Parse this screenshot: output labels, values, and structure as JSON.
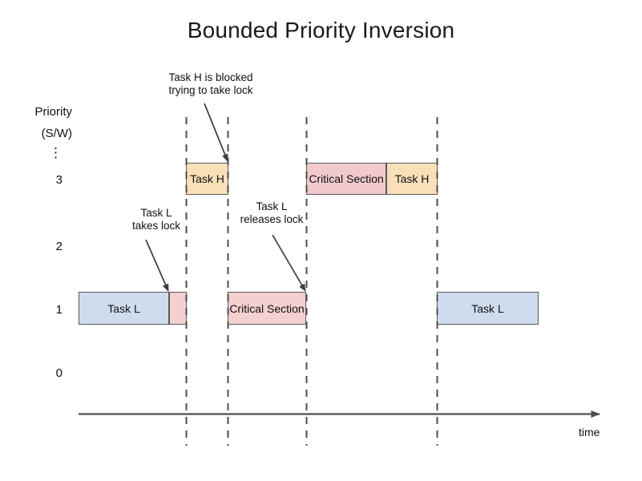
{
  "title": "Bounded Priority Inversion",
  "axis": {
    "y_title_line1": "Priority",
    "y_title_line2": "(S/W)",
    "y_ellipsis": "⋮",
    "y_ticks": [
      "3",
      "2",
      "1",
      "0"
    ],
    "x_label": "time"
  },
  "annotations": [
    {
      "id": "task-h-blocked",
      "line1": "Task H is blocked",
      "line2": "trying to take lock"
    },
    {
      "id": "task-l-takes-lock",
      "line1": "Task L",
      "line2": "takes lock"
    },
    {
      "id": "task-l-releases-lock",
      "line1": "Task L",
      "line2": "releases lock"
    }
  ],
  "blocks": [
    {
      "id": "task-h-blocked-block",
      "label": "Task H",
      "row": "3",
      "fill": "#fae0ba"
    },
    {
      "id": "critical-section-high",
      "label": "Critical Section",
      "row": "3",
      "fill": "#f2c9cd"
    },
    {
      "id": "task-h-running",
      "label": "Task H",
      "row": "3",
      "fill": "#fae0ba"
    },
    {
      "id": "task-l-first",
      "label": "Task L",
      "row": "1",
      "fill": "#cfdcee"
    },
    {
      "id": "task-l-lock-held",
      "label": "",
      "row": "1",
      "fill": "#f4d0d0"
    },
    {
      "id": "critical-section-low",
      "label": "Critical Section",
      "row": "1",
      "fill": "#f4d0d0"
    },
    {
      "id": "task-l-resumed",
      "label": "Task L",
      "row": "1",
      "fill": "#cfdcee"
    }
  ],
  "colors": {
    "blue": "#cfdcee",
    "pink": "#f4d0d0",
    "pink_dark": "#f2c9cd",
    "peach": "#fae0ba",
    "stroke": "#595959",
    "axis": "#4d4d4d",
    "dashed": "#4d4d4d"
  },
  "chart_data": {
    "type": "timeline",
    "title": "Bounded Priority Inversion",
    "xlabel": "time",
    "ylabel": "Priority (S/W)",
    "yticks": [
      "0",
      "1",
      "2",
      "3",
      "⋮"
    ],
    "event_lines_x": [
      232,
      284,
      382,
      545
    ],
    "series": [
      {
        "name": "Priority 3",
        "segments": [
          {
            "label": "Task H",
            "start": 232,
            "end": 284,
            "fill": "#fae0ba"
          },
          {
            "label": "Critical Section",
            "start": 382,
            "end": 482,
            "fill": "#f2c9cd"
          },
          {
            "label": "Task H",
            "start": 482,
            "end": 545,
            "fill": "#fae0ba"
          }
        ]
      },
      {
        "name": "Priority 1",
        "segments": [
          {
            "label": "Task L",
            "start": 98,
            "end": 210,
            "fill": "#cfdcee"
          },
          {
            "label": "",
            "start": 210,
            "end": 232,
            "fill": "#f4d0d0"
          },
          {
            "label": "Critical Section",
            "start": 284,
            "end": 382,
            "fill": "#f4d0d0"
          },
          {
            "label": "Task L",
            "start": 545,
            "end": 672,
            "fill": "#cfdcee"
          }
        ]
      }
    ]
  }
}
